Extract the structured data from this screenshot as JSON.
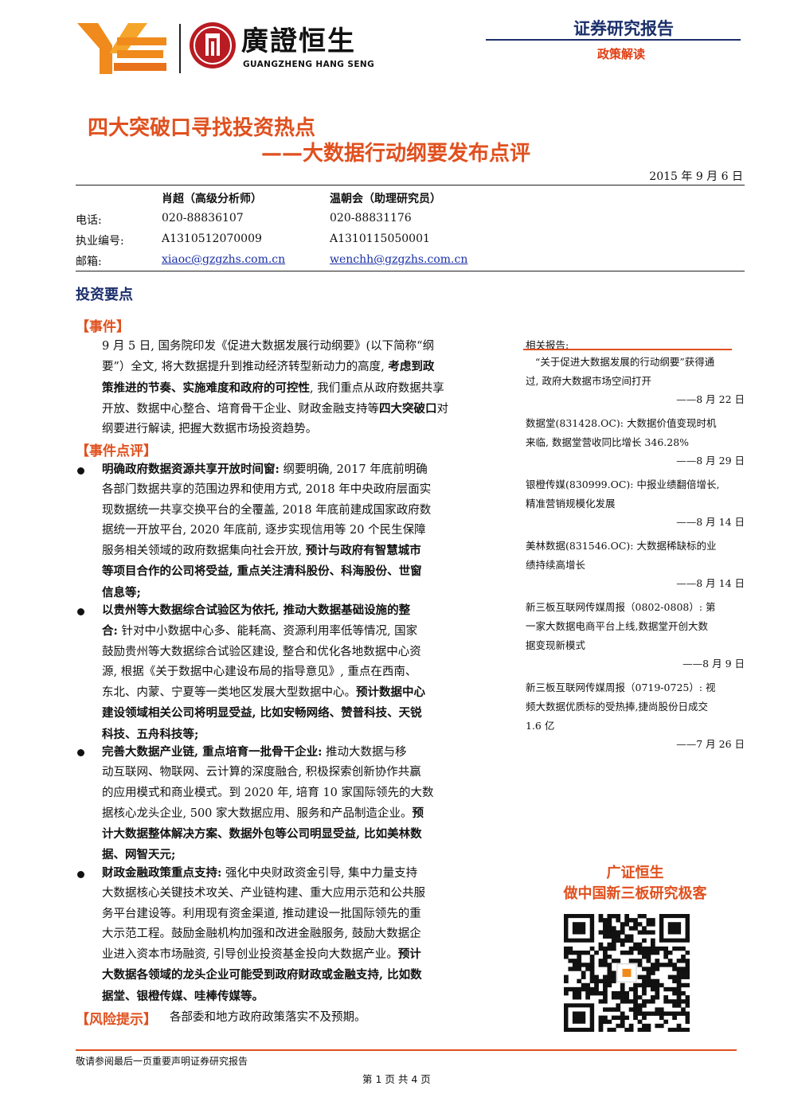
{
  "header": {
    "brand_cn": "廣證恒生",
    "brand_en": "GUANGZHENG HANG SENG",
    "report_type": "证券研究报告",
    "report_subtype": "政策解读"
  },
  "title": {
    "line1": "四大突破口寻找投资热点",
    "line2": "——大数据行动纲要发布点评",
    "date": "2015 年 9 月 6 日"
  },
  "authors": {
    "row_labels": [
      "电话:",
      "执业编号:",
      "邮箱:"
    ],
    "people": [
      {
        "name": "肖超（高级分析师）",
        "phone": "020-88836107",
        "license": "A1310512070009",
        "email": "xiaoc@gzgzhs.com.cn"
      },
      {
        "name": "温朝会（助理研究员）",
        "phone": "020-88831176",
        "license": "A1310115050001",
        "email": "wenchh@gzgzhs.com.cn"
      }
    ]
  },
  "body": {
    "section_heading": "投资要点",
    "event_heading": "【事件】",
    "event_lines": [
      "9 月 5 日, 国务院印发《促进大数据发展行动纲要》(以下简称“纲",
      "要”）全文, 将大数据提升到推动经济转型新动力的高度, 考虑到政",
      "策推进的节奏、实施难度和政府的可控性, 我们重点从政府数据共享",
      "开放、数据中心整合、培育骨干企业、财政金融支持等四大突破口对",
      "纲要进行解读, 把握大数据市场投资趋势。"
    ],
    "comment_heading": "【事件点评】",
    "bullets": [
      [
        "明确政府数据资源共享开放时间窗: 纲要明确, 2017 年底前明确",
        "各部门数据共享的范围边界和使用方式, 2018 年中央政府层面实",
        "现数据统一共享交换平台的全覆盖, 2018 年底前建成国家政府数",
        "据统一开放平台, 2020 年底前, 逐步实现信用等 20 个民生保障",
        "服务相关领域的政府数据集向社会开放, 预计与政府有智慧城市",
        "等项目合作的公司将受益, 重点关注清科股份、科海股份、世窗",
        "信息等;"
      ],
      [
        "以贵州等大数据综合试验区为依托, 推动大数据基础设施的整",
        "合: 针对中小数据中心多、能耗高、资源利用率低等情况, 国家",
        "鼓励贵州等大数据综合试验区建设, 整合和优化各地数据中心资",
        "源, 根据《关于数据中心建设布局的指导意见》, 重点在西南、",
        "东北、内蒙、宁夏等一类地区发展大型数据中心。预计数据中心",
        "建设领域相关公司将明显受益, 比如安畅网络、赞普科技、天锐",
        "科技、五舟科技等;"
      ],
      [
        "完善大数据产业链, 重点培育一批骨干企业: 推动大数据与移",
        "动互联网、物联网、云计算的深度融合, 积极探索创新协作共赢",
        "的应用模式和商业模式。到 2020 年, 培育 10 家国际领先的大数",
        "据核心龙头企业, 500 家大数据应用、服务和产品制造企业。预",
        "计大数据整体解决方案、数据外包等公司明显受益, 比如美林数",
        "据、网智天元;"
      ],
      [
        "财政金融政策重点支持: 强化中央财政资金引导, 集中力量支持",
        "大数据核心关键技术攻关、产业链构建、重大应用示范和公共服",
        "务平台建设等。利用现有资金渠道, 推动建设一批国际领先的重",
        "大示范工程。鼓励金融机构加强和改进金融服务, 鼓励大数据企",
        "业进入资本市场融资, 引导创业投资基金投向大数据产业。预计",
        "大数据各领域的龙头企业可能受到政府财政或金融支持, 比如数",
        "据堂、银橙传媒、哇棒传媒等。"
      ]
    ],
    "risk_heading": "【风险提示】",
    "risk_text": "各部委和地方政府政策落实不及预期。"
  },
  "sidebar": {
    "related_label": "相关报告:",
    "reports": [
      {
        "lines": [
          "“关于促进大数据发展的行动纲要”获得通",
          "过, 政府大数据市场空间打开"
        ],
        "date": "——8 月 22 日"
      },
      {
        "lines": [
          "数据堂(831428.OC): 大数据价值变现时机",
          "来临, 数据堂营收同比增长 346.28%"
        ],
        "date": "——8 月 29 日"
      },
      {
        "lines": [
          "银橙传媒(830999.OC): 中报业绩翻倍增长,",
          "精准营销规模化发展"
        ],
        "date": "——8 月 14 日"
      },
      {
        "lines": [
          "美林数据(831546.OC): 大数据稀缺标的业",
          "绩持续高增长"
        ],
        "date": "——8 月 14 日"
      },
      {
        "lines": [
          "新三板互联网传媒周报（0802-0808）: 第",
          "一家大数据电商平台上线,数据堂开创大数",
          "据变现新模式"
        ],
        "date": "——8 月 9 日"
      },
      {
        "lines": [
          "新三板互联网传媒周报（0719-0725）: 视",
          "频大数据优质标的受热捧,捷尚股份日成交",
          "1.6 亿"
        ],
        "date": "——7 月 26 日"
      }
    ],
    "promo_line1": "广证恒生",
    "promo_line2": "做中国新三板研究极客"
  },
  "footer": {
    "disclaimer": "敬请参阅最后一页重要声明证券研究报告",
    "page_label": "第 1 页 共 4 页"
  },
  "colors": {
    "orange": "#e0501e",
    "navy": "#1b2f6b",
    "seal_red": "#b81c22",
    "link_blue": "#1a2fa8"
  }
}
